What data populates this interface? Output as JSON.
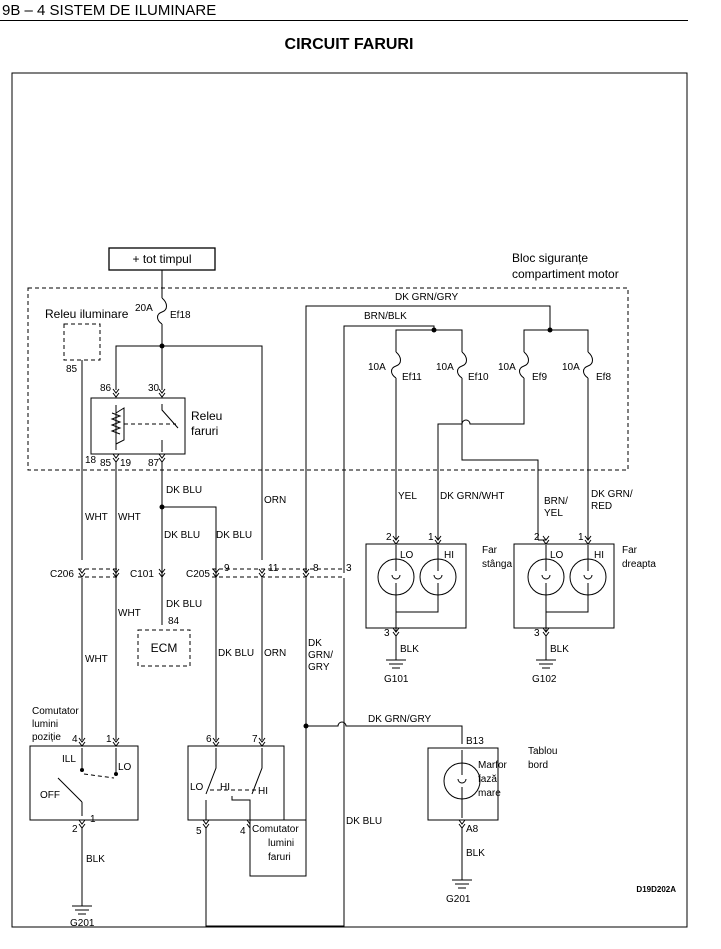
{
  "header": {
    "section": "9B – 4 SISTEM DE ILUMINARE",
    "title": "CIRCUIT FARURI"
  },
  "power": {
    "label": "+ tot timpul"
  },
  "fuse_block": {
    "name_line1": "Bloc siguranțe",
    "name_line2": "compartiment motor"
  },
  "fuses": [
    {
      "id": "Ef18",
      "rating": "20A"
    },
    {
      "id": "Ef11",
      "rating": "10A"
    },
    {
      "id": "Ef10",
      "rating": "10A"
    },
    {
      "id": "Ef9",
      "rating": "10A"
    },
    {
      "id": "Ef8",
      "rating": "10A"
    }
  ],
  "relays": {
    "lighting": {
      "name": "Releu iluminare",
      "pin": "85"
    },
    "headlamp": {
      "name_line1": "Releu",
      "name_line2": "faruri",
      "pins": [
        "86",
        "30",
        "85",
        "19",
        "87",
        "18"
      ]
    }
  },
  "wires": {
    "dk_grn_gry": "DK GRN/GRY",
    "brn_blk": "BRN/BLK",
    "dk_blu": "DK BLU",
    "orn": "ORN",
    "wht": "WHT",
    "yel": "YEL",
    "dk_grn_wht": "DK GRN/WHT",
    "brn_yel_1": "BRN/",
    "brn_yel_2": "YEL",
    "dk_grn_red_1": "DK GRN/",
    "dk_grn_red_2": "RED",
    "dk_grn_gry_v1": "DK",
    "dk_grn_gry_v2": "GRN/",
    "dk_grn_gry_v3": "GRY",
    "blk": "BLK"
  },
  "connectors": {
    "c206": {
      "name": "C206",
      "pin": ""
    },
    "c101": {
      "name": "C101",
      "pin": ""
    },
    "c205": {
      "name": "C205",
      "pins": [
        "9",
        "11",
        "8",
        "3"
      ]
    }
  },
  "ecm": {
    "name": "ECM",
    "pin": "84"
  },
  "lamps": {
    "left": {
      "name_line1": "Far",
      "name_line2": "stânga",
      "lo": "LO",
      "hi": "HI",
      "pin_lo": "2",
      "pin_hi": "1",
      "pin_gnd": "3",
      "ground": "G101"
    },
    "right": {
      "name_line1": "Far",
      "name_line2": "dreapta",
      "lo": "LO",
      "hi": "HI",
      "pin_lo": "2",
      "pin_hi": "1",
      "pin_gnd": "3",
      "ground": "G102"
    }
  },
  "switches": {
    "position": {
      "name_line1": "Comutator",
      "name_line2": "lumini",
      "name_line3": "poziție",
      "ill": "ILL",
      "lo": "LO",
      "off": "OFF",
      "pin_4": "4",
      "pin_1": "1",
      "pin_2": "2",
      "pin_1b": "1"
    },
    "headlamp": {
      "name_line1": "Comutator",
      "name_line2": "lumini",
      "name_line3": "faruri",
      "lo": "LO",
      "hi": "HI",
      "hi2": "HI",
      "pin_6": "6",
      "pin_7": "7",
      "pin_5": "5",
      "pin_4": "4"
    }
  },
  "dashboard": {
    "name_line1": "Tablou",
    "name_line2": "bord",
    "indicator_line1": "Marfor",
    "indicator_line2": "fază",
    "indicator_line3": "mare",
    "pin_top": "B13",
    "pin_bottom": "A8"
  },
  "grounds": [
    "G201",
    "G201"
  ],
  "diagram_code": "D19D202A"
}
